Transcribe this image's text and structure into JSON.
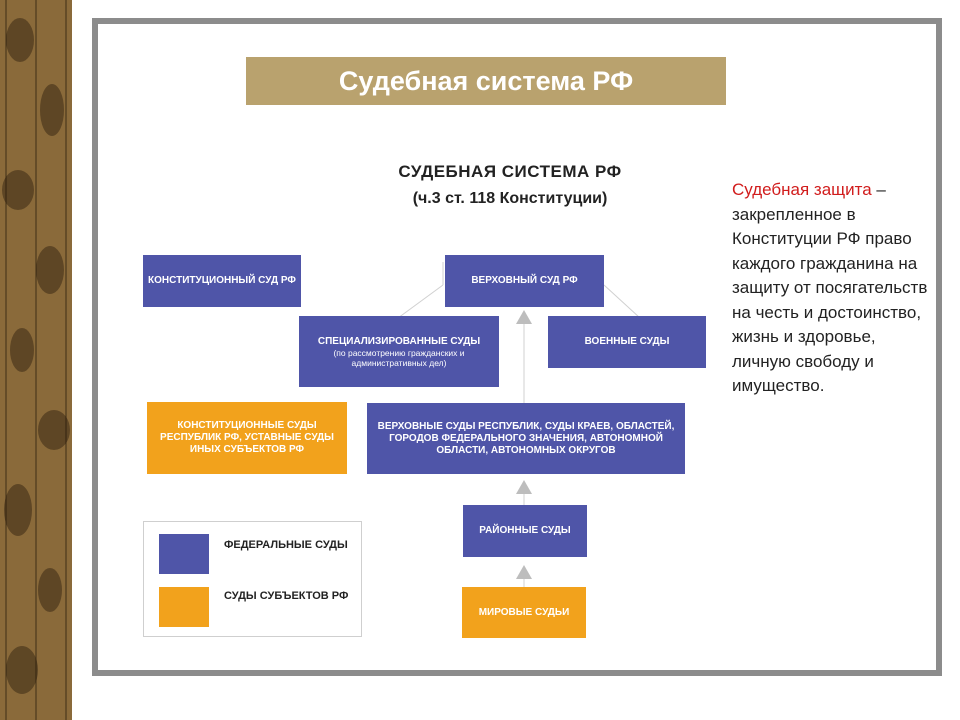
{
  "slide_title": "Судебная система РФ",
  "diagram": {
    "heading": "СУДЕБНАЯ СИСТЕМА РФ",
    "subheading": "(ч.3 ст. 118 Конституции)",
    "boxes": {
      "constitutional": "КОНСТИТУЦИОННЫЙ СУД РФ",
      "supreme": "ВЕРХОВНЫЙ СУД РФ",
      "specialized": "СПЕЦИАЛИЗИРОВАННЫЕ СУДЫ",
      "specialized_note": "(по рассмотрению гражданских и административных дел)",
      "military": "ВОЕННЫЕ СУДЫ",
      "regional_const": "КОНСТИТУЦИОННЫЕ СУДЫ РЕСПУБЛИК РФ, УСТАВНЫЕ СУДЫ ИНЫХ СУБЪЕКТОВ РФ",
      "regional_supreme": "ВЕРХОВНЫЕ СУДЫ РЕСПУБЛИК, СУДЫ КРАЕВ, ОБЛАСТЕЙ, ГОРОДОВ ФЕДЕРАЛЬНОГО ЗНАЧЕНИЯ, АВТОНОМНОЙ ОБЛАСТИ, АВТОНОМНЫХ ОКРУГОВ",
      "district": "РАЙОННЫЕ СУДЫ",
      "magistrate": "МИРОВЫЕ СУДЬИ"
    },
    "legend": {
      "federal": "ФЕДЕРАЛЬНЫЕ СУДЫ",
      "subjects": "СУДЫ СУБЪЕКТОВ РФ"
    },
    "colors": {
      "federal": "#4f55a8",
      "subjects": "#f2a21c"
    }
  },
  "note": {
    "term": "Судебная защита",
    "definition": "– закрепленное в Конституции РФ право каждого гражданина на защиту от посягательств на честь и достоинство, жизнь и здоровье, личную свободу и имущество."
  }
}
